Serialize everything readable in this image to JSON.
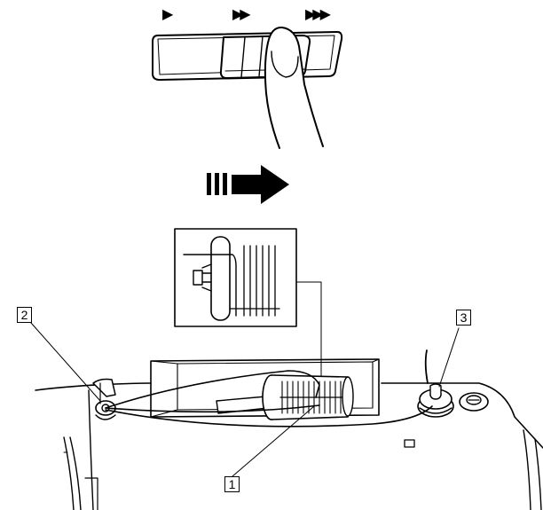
{
  "speed_indicators": {
    "slow": "▶",
    "medium": "▶▶",
    "fast": "▶▶▶"
  },
  "callouts": {
    "one": "1",
    "two": "2",
    "three": "3"
  },
  "colors": {
    "line": "#000000",
    "background": "#ffffff",
    "switch_body": "#ffffff"
  },
  "icons": [
    "slide-switch-icon",
    "finger-icon",
    "motion-arrow-icon",
    "thread-zoom-inset",
    "bobbin-winder",
    "thread-guide",
    "spool-pin"
  ]
}
